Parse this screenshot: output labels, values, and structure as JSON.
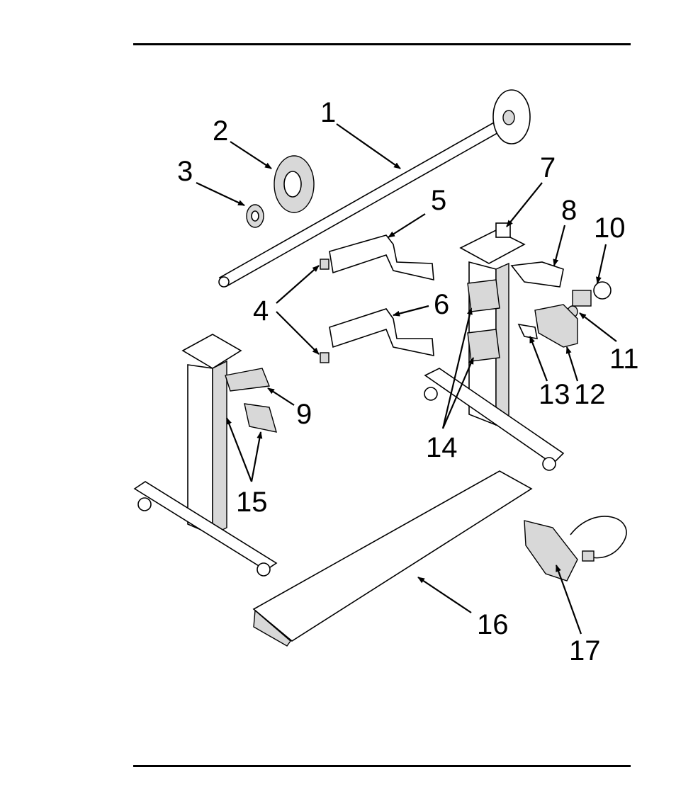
{
  "figure": {
    "title": "Stand and spindle exploded view",
    "callouts": [
      "1",
      "2",
      "3",
      "4",
      "5",
      "6",
      "7",
      "8",
      "9",
      "10",
      "11",
      "12",
      "13",
      "14",
      "15",
      "16",
      "17"
    ]
  },
  "colors": {
    "ink": "#000000",
    "paper": "#ffffff"
  }
}
